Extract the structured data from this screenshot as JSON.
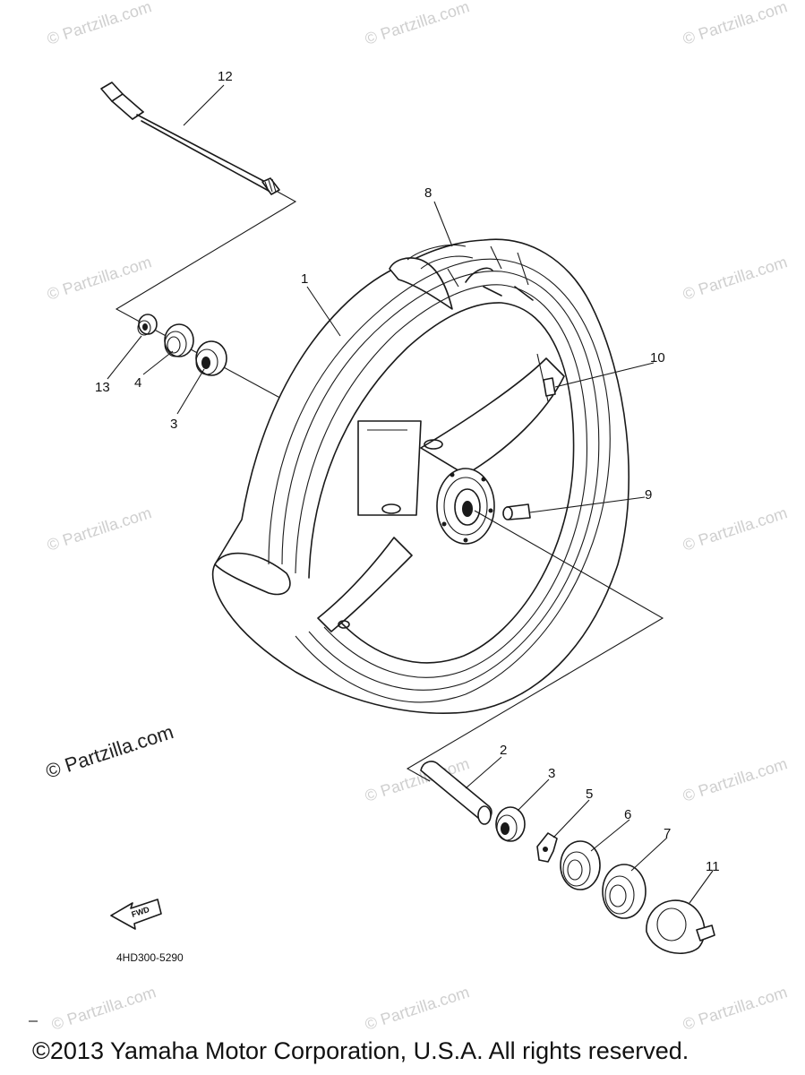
{
  "diagram": {
    "callouts": [
      {
        "id": "1",
        "label": "1"
      },
      {
        "id": "2",
        "label": "2"
      },
      {
        "id": "3a",
        "label": "3"
      },
      {
        "id": "3b",
        "label": "3"
      },
      {
        "id": "4",
        "label": "4"
      },
      {
        "id": "5",
        "label": "5"
      },
      {
        "id": "6",
        "label": "6"
      },
      {
        "id": "7",
        "label": "7"
      },
      {
        "id": "8",
        "label": "8"
      },
      {
        "id": "9",
        "label": "9"
      },
      {
        "id": "10",
        "label": "10"
      },
      {
        "id": "11",
        "label": "11"
      },
      {
        "id": "12",
        "label": "12"
      },
      {
        "id": "13",
        "label": "13"
      }
    ],
    "fwd_label": "FWD",
    "diagram_code": "4HD300-5290"
  },
  "watermark": {
    "text": "© Partzilla.com",
    "color": "#cfcfcf"
  },
  "main_watermark": "© Partzilla.com",
  "footer": {
    "copyright": "©2013 Yamaha Motor Corporation, U.S.A. All rights reserved."
  }
}
